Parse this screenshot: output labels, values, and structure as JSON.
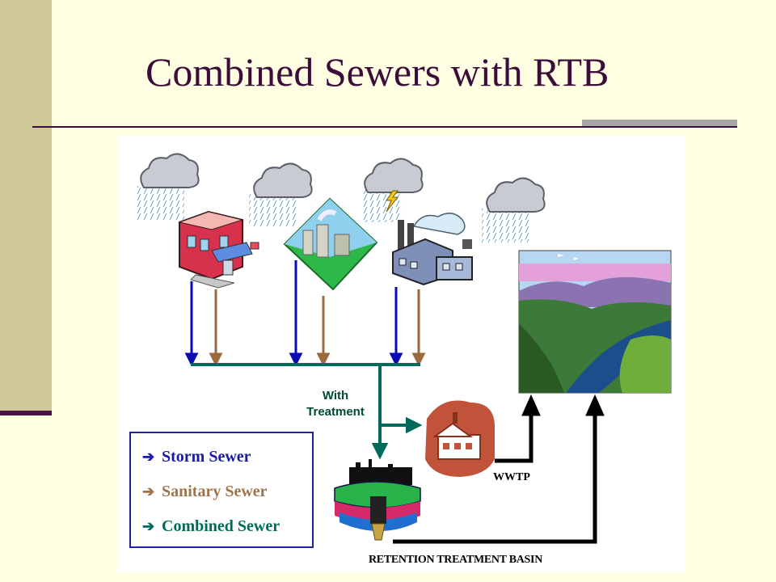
{
  "slide": {
    "title": "Combined Sewers with RTB"
  },
  "diagram": {
    "labels": {
      "with_treatment": [
        "With",
        "Treatment"
      ],
      "wwtp": "WWTP",
      "retention_basin": "RETENTION TREATMENT BASIN"
    },
    "legend": [
      {
        "arrow": "➔",
        "label": "Storm Sewer",
        "color": "#1a1aa8"
      },
      {
        "arrow": "➔",
        "label": "Sanitary Sewer",
        "color": "#a0744a"
      },
      {
        "arrow": "➔",
        "label": "Combined Sewer",
        "color": "#006b5a"
      }
    ],
    "colors": {
      "storm": "#0b0bb5",
      "sanitary": "#9b6a3c",
      "combined": "#006b5a",
      "outfall": "#000000",
      "title": "#3b0d3b"
    }
  }
}
